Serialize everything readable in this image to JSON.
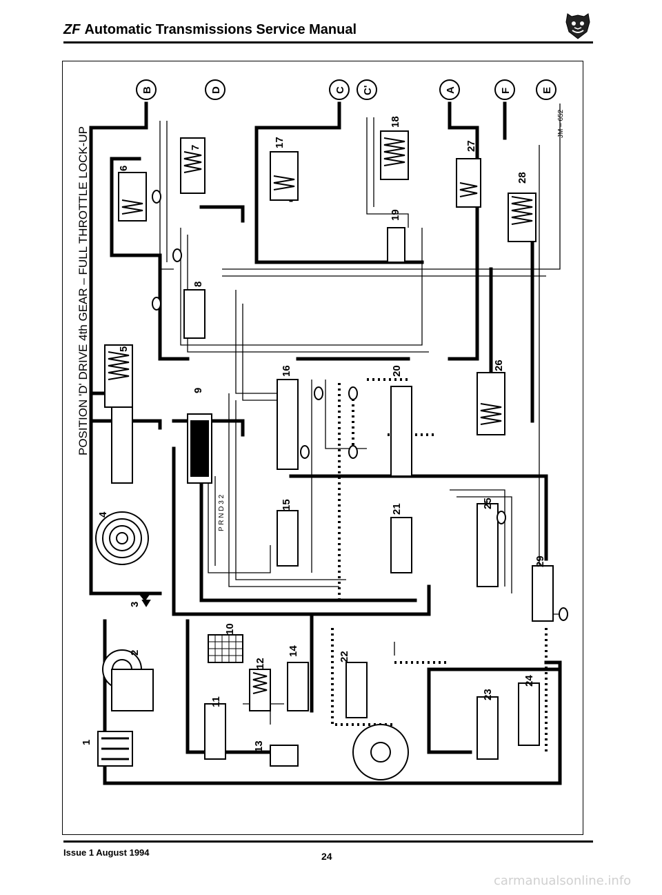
{
  "header": {
    "brand": "ZF",
    "title": "Automatic Transmissions Service Manual",
    "logo_icon": "jaguar-head-icon"
  },
  "diagram": {
    "title": "POSITION 'D' DRIVE 4th GEAR – FULL THROTTLE LOCK-UP",
    "reference": "JM – 652",
    "connectors": [
      "B",
      "D",
      "C",
      "C'",
      "A",
      "F",
      "E"
    ],
    "selector_letters": "P R N D 3 2",
    "components": [
      "1",
      "2",
      "3",
      "4",
      "5",
      "6",
      "7",
      "8",
      "9",
      "10",
      "11",
      "12",
      "13",
      "14",
      "15",
      "16",
      "17",
      "18",
      "19",
      "20",
      "21",
      "22",
      "23",
      "24",
      "25",
      "26",
      "27",
      "28",
      "29"
    ]
  },
  "footer": {
    "issue": "Issue 1 August 1994",
    "page_number": "24",
    "watermark": "carmanualsonline.info"
  }
}
